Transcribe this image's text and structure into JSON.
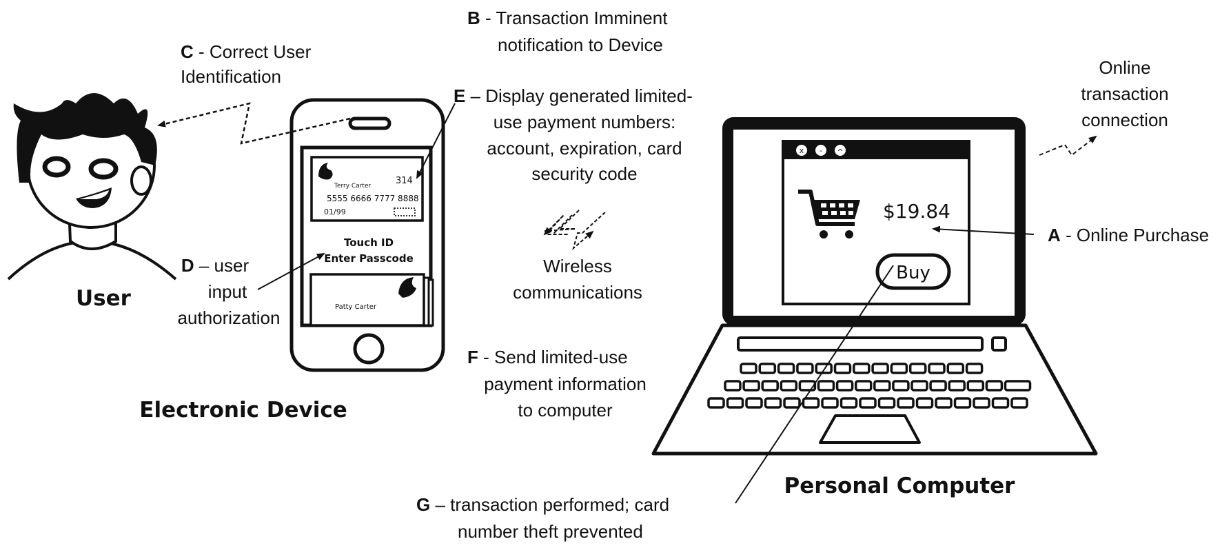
{
  "user": {
    "title": "User"
  },
  "device": {
    "title": "Electronic Device",
    "card1": {
      "name": "Terry Carter",
      "code": "314",
      "number": "5555 6666 7777 8888",
      "expiry": "01/99"
    },
    "touch_id": "Touch ID",
    "enter_passcode": "Enter Passcode",
    "card2": {
      "name": "Patty Carter"
    }
  },
  "computer": {
    "title": "Personal Computer",
    "window_buttons": [
      "x",
      "-",
      "^"
    ],
    "price": "$19.84",
    "buy_label": "Buy"
  },
  "labels": {
    "a": {
      "key": "A",
      "text": " - Online Purchase"
    },
    "b": {
      "key": "B",
      "line1": " - Transaction Imminent",
      "line2": "notification to Device"
    },
    "c": {
      "key": "C",
      "line1": " - Correct User",
      "line2": "Identification"
    },
    "d": {
      "key": "D",
      "line1": " – user",
      "line2": "input",
      "line3": "authorization"
    },
    "e": {
      "key": "E",
      "line1": " – Display generated limited-",
      "line2": "use payment numbers:",
      "line3": "account, expiration, card",
      "line4": "security code"
    },
    "f": {
      "key": "F",
      "line1": " - Send limited-use",
      "line2": "payment information",
      "line3": "to computer"
    },
    "g": {
      "key": "G",
      "line1": " – transaction performed; card",
      "line2": "number theft prevented"
    },
    "wireless": {
      "line1": "Wireless",
      "line2": "communications"
    },
    "online": {
      "line1": "Online",
      "line2": "transaction",
      "line3": "connection"
    }
  }
}
